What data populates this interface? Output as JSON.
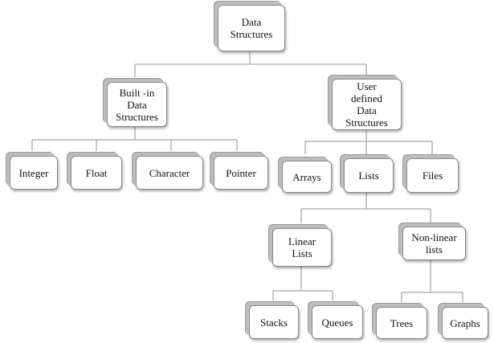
{
  "nodes": {
    "root": "Data\nStructures",
    "builtin": "Built -in\nData\nStructures",
    "user": "User\ndefined\nData\nStructures",
    "integer": "Integer",
    "float": "Float",
    "character": "Character",
    "pointer": "Pointer",
    "arrays": "Arrays",
    "lists": "Lists",
    "files": "Files",
    "linear": "Linear\nLists",
    "nonlinear": "Non-linear\nlists",
    "stacks": "Stacks",
    "queues": "Queues",
    "trees": "Trees",
    "graphs": "Graphs"
  }
}
